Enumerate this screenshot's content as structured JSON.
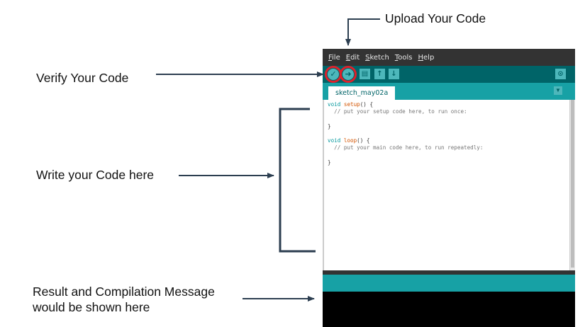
{
  "annotations": {
    "upload": "Upload Your Code",
    "verify": "Verify Your Code",
    "write": "Write your Code here",
    "result_line1": "Result and Compilation Message",
    "result_line2": "would be shown here"
  },
  "ide": {
    "menu": [
      "File",
      "Edit",
      "Sketch",
      "Tools",
      "Help"
    ],
    "toolbar_icons": [
      "verify-icon",
      "upload-icon",
      "new-icon",
      "open-icon",
      "save-icon",
      "serial-monitor-icon"
    ],
    "tab_label": "sketch_may02a",
    "code": {
      "line1_kw": "void",
      "line1_fn": "setup",
      "line1_rest": "() {",
      "line2": "  // put your setup code here, to run once:",
      "line4": "}",
      "line6_kw": "void",
      "line6_fn": "loop",
      "line6_rest": "() {",
      "line7": "  // put your main code here, to run repeatedly:",
      "line9": "}"
    }
  },
  "colors": {
    "teal_dark": "#006468",
    "teal": "#17a1a5",
    "highlight_ring": "#e0202a",
    "arrow": "#2c3e50"
  }
}
